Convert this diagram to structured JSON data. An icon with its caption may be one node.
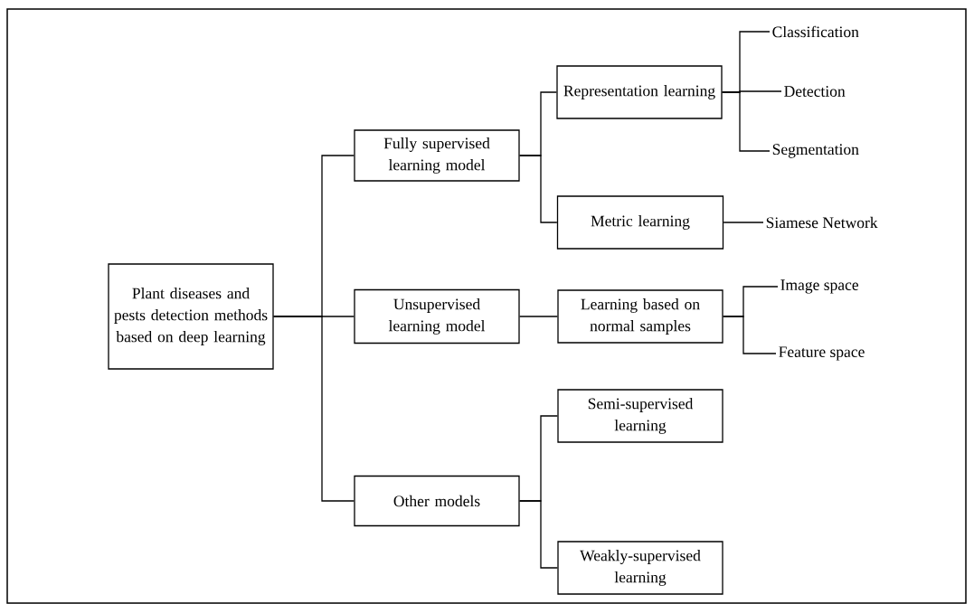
{
  "diagram": {
    "nodes": [
      {
        "text": [
          "Plant diseases and pests detection methods based on deep learning"
        ]
      },
      {
        "text": [
          "Fully supervised learning model"
        ]
      },
      {
        "text": [
          "Unsupervised learning model"
        ]
      },
      {
        "text": [
          "Other models"
        ]
      },
      {
        "text": [
          "Representation learning"
        ]
      },
      {
        "text": [
          "Metric learning"
        ]
      },
      {
        "text": [
          "Learning based on normal samples"
        ]
      },
      {
        "text": [
          "Semi-supervised learning"
        ]
      },
      {
        "text": [
          "Weakly-supervised learning"
        ]
      },
      {
        "text": [
          "Classification"
        ]
      },
      {
        "text": [
          "Detection"
        ]
      },
      {
        "text": [
          "Segmentation"
        ]
      },
      {
        "text": [
          "Siamese Network"
        ]
      },
      {
        "text": [
          "Image space"
        ]
      },
      {
        "text": [
          "Feature space"
        ]
      }
    ],
    "edges": [
      {
        "from": 0,
        "to": 1,
        "arrow": "none"
      },
      {
        "from": 0,
        "to": 2,
        "arrow": "none"
      },
      {
        "from": 0,
        "to": 3,
        "arrow": "none"
      },
      {
        "from": 1,
        "to": 4,
        "arrow": "none"
      },
      {
        "from": 1,
        "to": 5,
        "arrow": "none"
      },
      {
        "from": 2,
        "to": 6,
        "arrow": "none"
      },
      {
        "from": 3,
        "to": 7,
        "arrow": "none"
      },
      {
        "from": 3,
        "to": 8,
        "arrow": "none"
      },
      {
        "from": 4,
        "to": 9,
        "arrow": "none"
      },
      {
        "from": 4,
        "to": 10,
        "arrow": "none"
      },
      {
        "from": 4,
        "to": 11,
        "arrow": "none"
      },
      {
        "from": 5,
        "to": 12,
        "arrow": "none"
      },
      {
        "from": 6,
        "to": 13,
        "arrow": "none"
      },
      {
        "from": 6,
        "to": 14,
        "arrow": "none"
      }
    ]
  }
}
